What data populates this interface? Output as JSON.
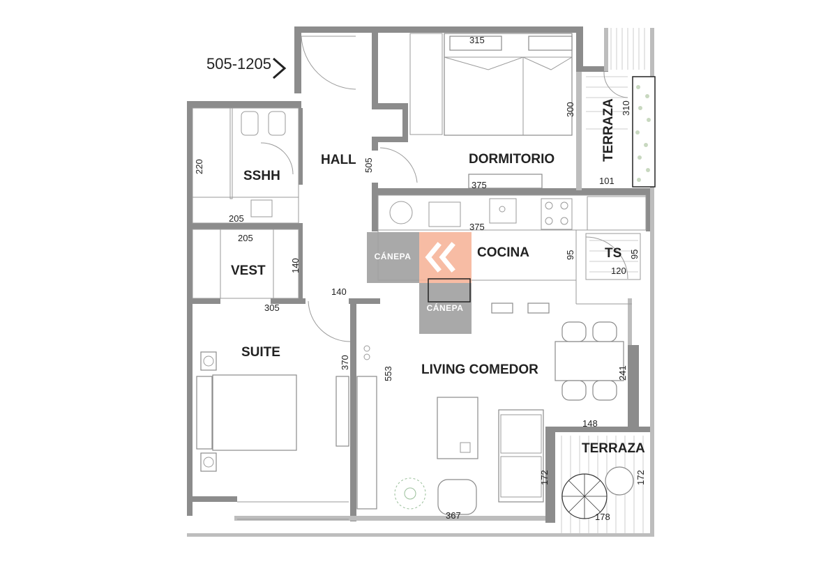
{
  "unit_code": "505-1205",
  "rooms": {
    "hall": "HALL",
    "sshh": "SSHH",
    "dormitorio": "DORMITORIO",
    "terraza_top": "TERRAZA",
    "cocina": "COCINA",
    "ts": "TS",
    "vest": "VEST",
    "suite": "SUITE",
    "living": "LIVING COMEDOR",
    "terraza_bottom": "TERRAZA"
  },
  "dimensions": {
    "d315": "315",
    "d300": "300",
    "d310": "310",
    "d505": "505",
    "d375a": "375",
    "d101": "101",
    "d220": "220",
    "d205a": "205",
    "d375b": "375",
    "d205b": "205",
    "d95a": "95",
    "d95b": "95",
    "d120": "120",
    "d140a": "140",
    "d140b": "140",
    "d305": "305",
    "d370": "370",
    "d553": "553",
    "d241": "241",
    "d148": "148",
    "d172a": "172",
    "d172b": "172",
    "d367": "367",
    "d178": "178"
  },
  "watermark": {
    "text_left": "CÁNEPA",
    "text_bottom": "CÁNEPA",
    "colors": {
      "gray": "#a0a0a0",
      "orange": "#f6b59a"
    }
  },
  "icons": [
    "entry-arrow-icon",
    "double-chevron-logo-icon",
    "plant-icon",
    "umbrella-icon"
  ]
}
